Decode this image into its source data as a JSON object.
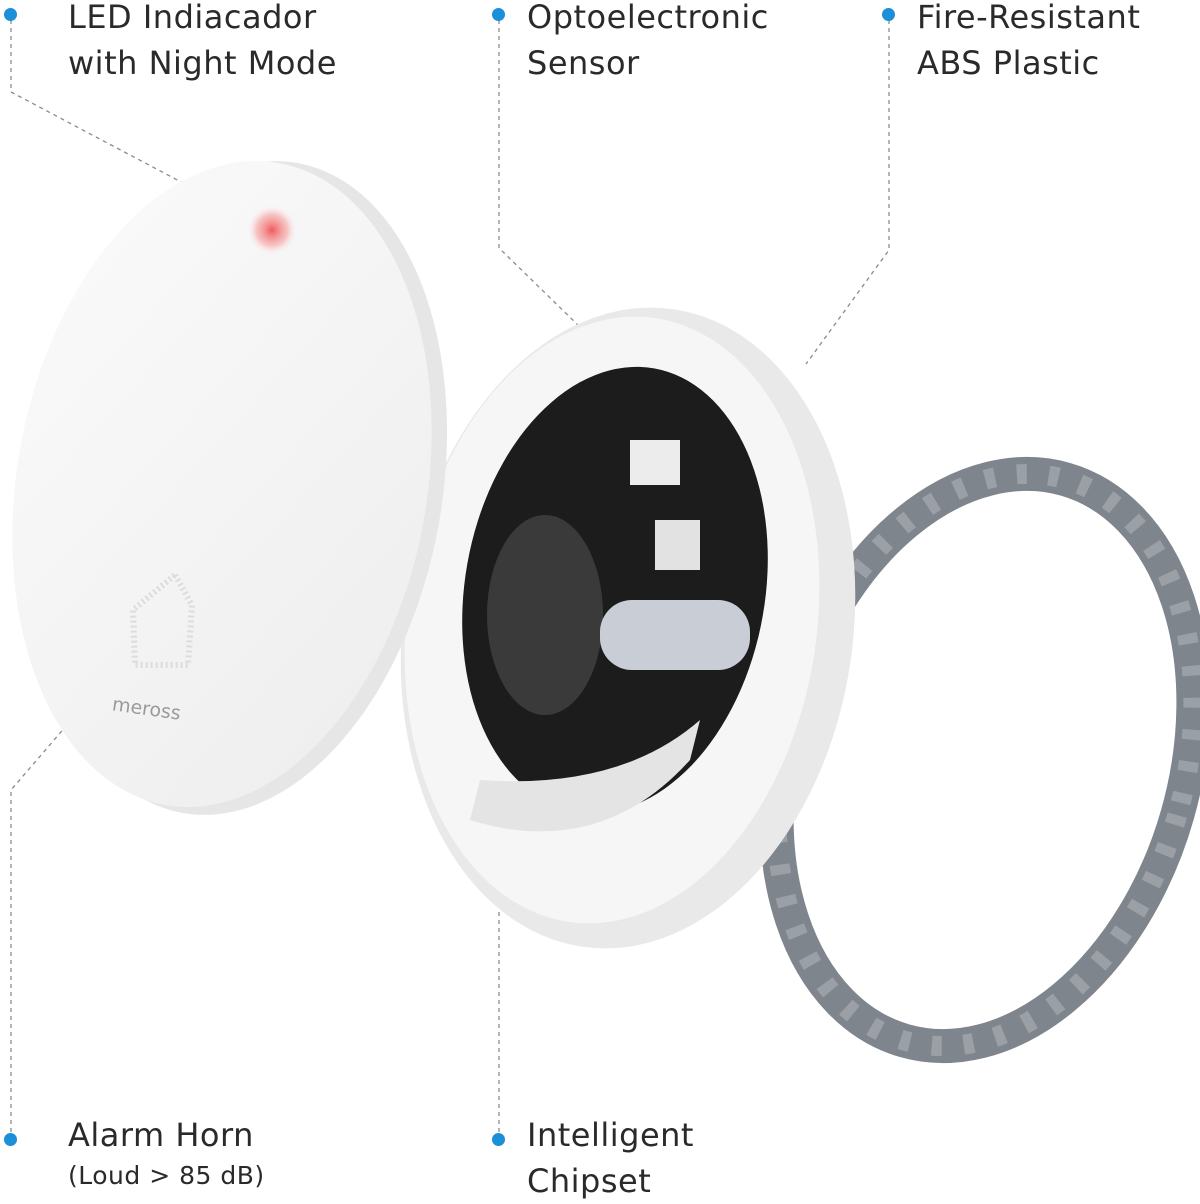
{
  "colors": {
    "accent": "#1b8fd8",
    "ring": "#8c929a",
    "led": "#f05a5a"
  },
  "callouts": [
    {
      "id": "led",
      "lines": [
        "LED Indiacador",
        "with Night Mode"
      ]
    },
    {
      "id": "sensor",
      "lines": [
        "Optoelectronic",
        "Sensor"
      ]
    },
    {
      "id": "plastic",
      "lines": [
        "Fire-Resistant",
        "ABS Plastic"
      ]
    },
    {
      "id": "horn",
      "lines": [
        "Alarm Horn"
      ],
      "sub": "(Loud > 85 dB)"
    },
    {
      "id": "chipset",
      "lines": [
        "Intelligent",
        "Chipset"
      ]
    }
  ],
  "brand_logo": "meross"
}
